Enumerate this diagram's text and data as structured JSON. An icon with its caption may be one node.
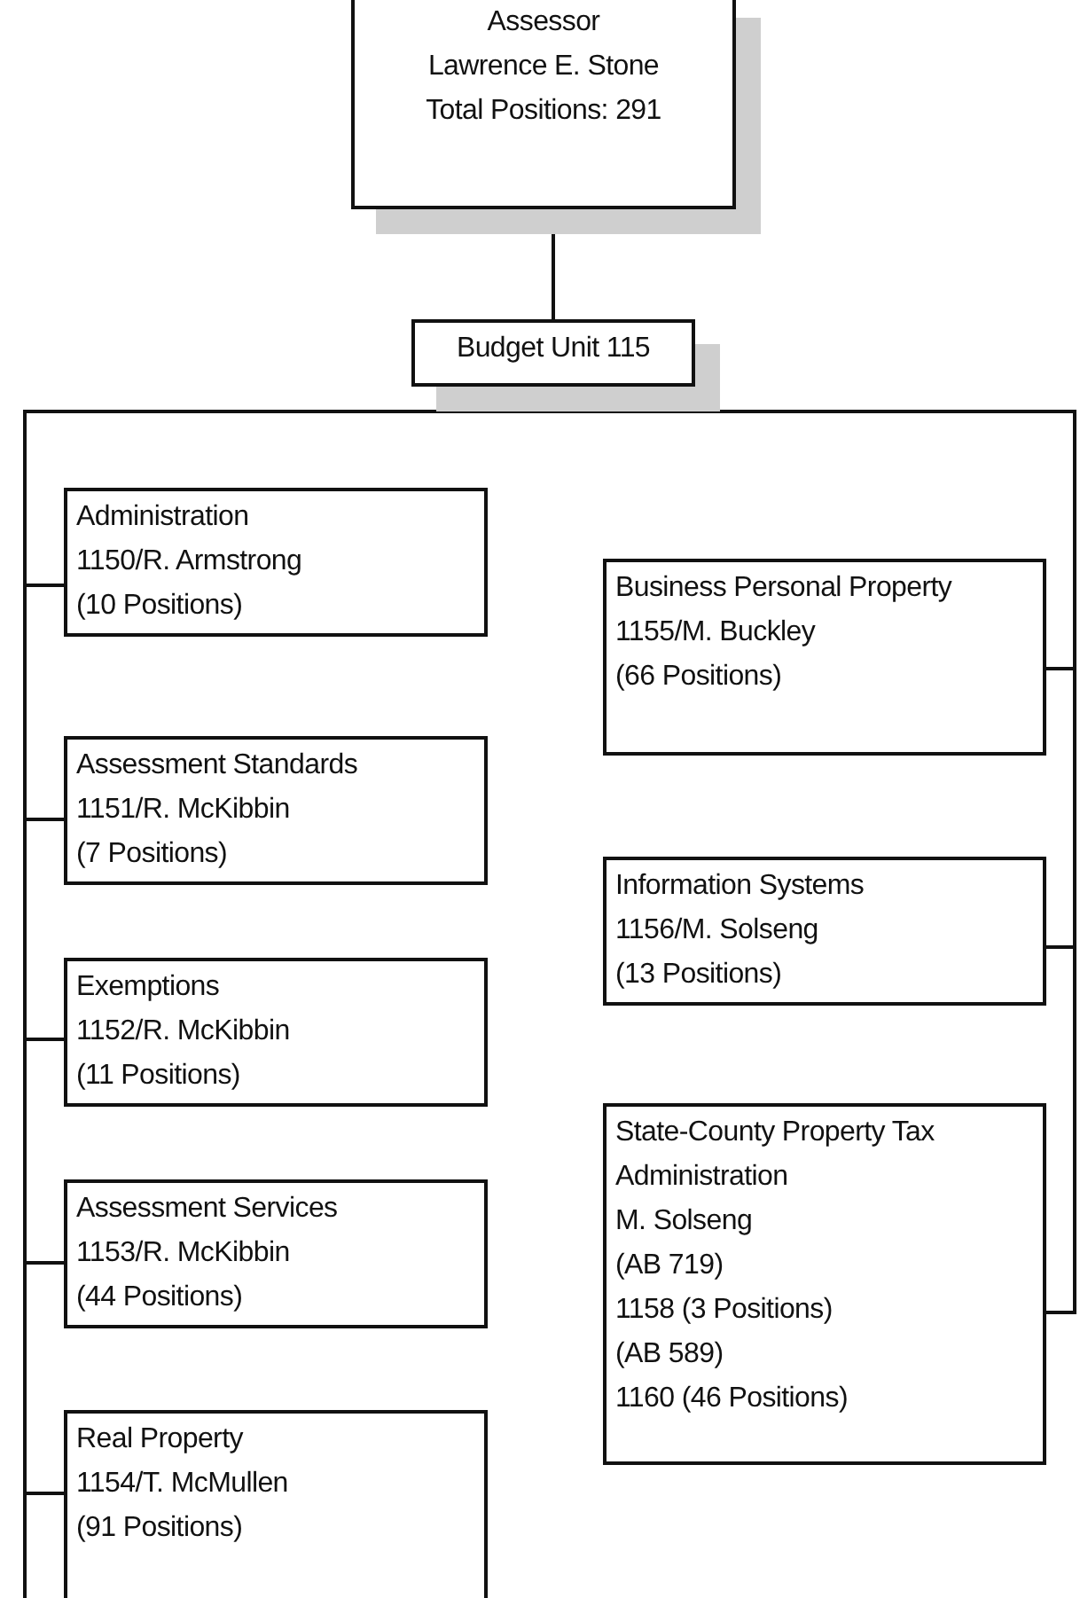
{
  "diagram": {
    "nodes": [
      {
        "text": [
          "Assessor",
          "Lawrence E. Stone",
          "Total Positions: 291"
        ]
      },
      {
        "text": [
          "Budget Unit 115"
        ]
      },
      {
        "text": [
          "Administration",
          "1150/R. Armstrong",
          "(10 Positions)"
        ]
      },
      {
        "text": [
          "Assessment Standards",
          "1151/R. McKibbin",
          "(7 Positions)"
        ]
      },
      {
        "text": [
          "Exemptions",
          "1152/R. McKibbin",
          "(11 Positions)"
        ]
      },
      {
        "text": [
          "Assessment Services",
          "1153/R. McKibbin",
          "(44 Positions)"
        ]
      },
      {
        "text": [
          "Real Property",
          "1154/T. McMullen",
          "(91 Positions)"
        ]
      },
      {
        "text": [
          "Business Personal Property",
          "1155/M. Buckley",
          "(66 Positions)"
        ]
      },
      {
        "text": [
          "Information Systems",
          "1156/M. Solseng",
          "(13 Positions)"
        ]
      },
      {
        "text": [
          "State-County Property Tax Administration",
          "M. Solseng",
          "(AB 719)",
          "1158 (3 Positions)",
          "(AB 589)",
          "1160 (46 Positions)"
        ]
      }
    ],
    "edges": [
      {
        "from": 0,
        "to": 1,
        "arrow": "none"
      },
      {
        "from": 1,
        "to": 2,
        "arrow": "none"
      },
      {
        "from": 1,
        "to": 3,
        "arrow": "none"
      },
      {
        "from": 1,
        "to": 4,
        "arrow": "none"
      },
      {
        "from": 1,
        "to": 5,
        "arrow": "none"
      },
      {
        "from": 1,
        "to": 6,
        "arrow": "none"
      },
      {
        "from": 1,
        "to": 7,
        "arrow": "none"
      },
      {
        "from": 1,
        "to": 8,
        "arrow": "none"
      },
      {
        "from": 1,
        "to": 9,
        "arrow": "none"
      }
    ]
  }
}
